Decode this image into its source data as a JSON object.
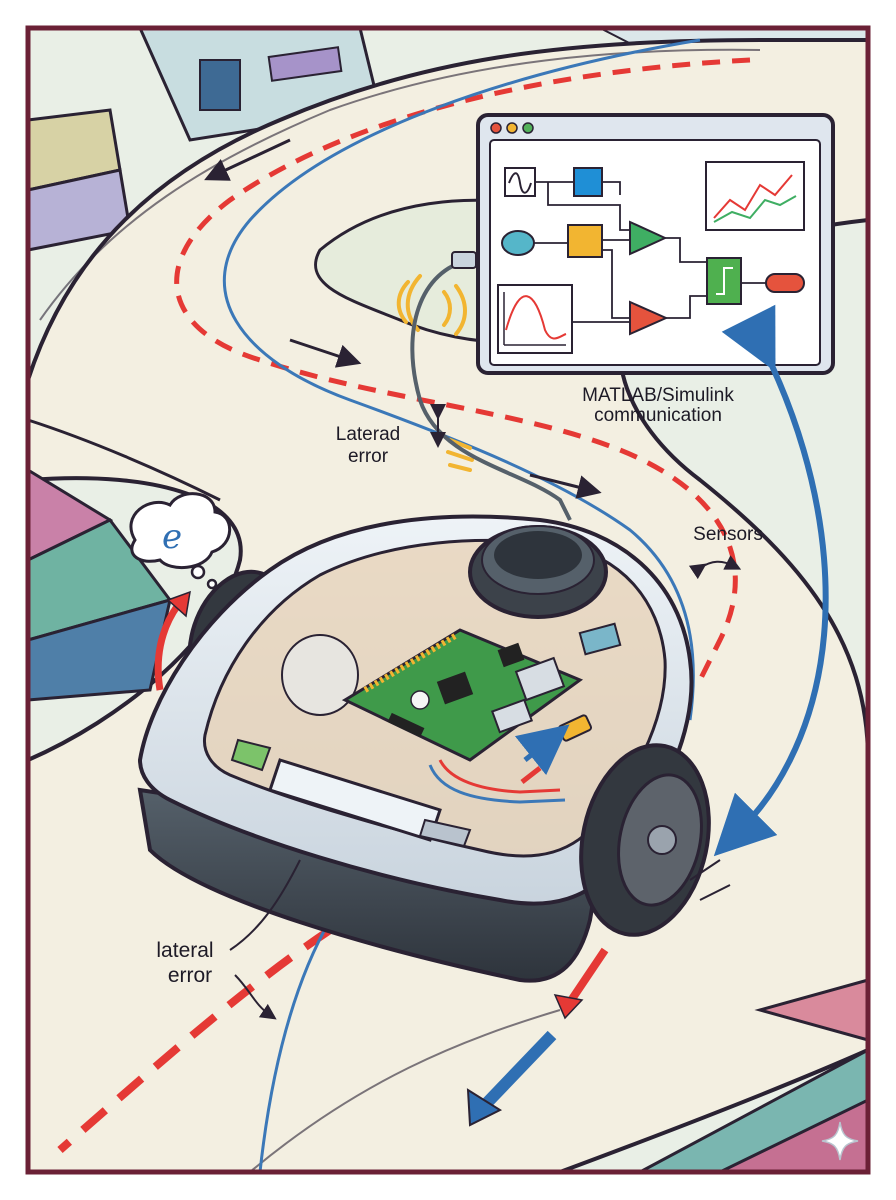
{
  "labels": {
    "matlab_line1": "MATLAB/Simulink",
    "matlab_line2": "communication",
    "laterad_line1": "Laterad",
    "laterad_line2": "error",
    "sensors": "Sensors",
    "lateral_line1": "lateral",
    "lateral_line2": "error",
    "thought_symbol": "e"
  },
  "colors": {
    "frame": "#6b2136",
    "outline": "#2a2233",
    "road": "#f3efe1",
    "dashed_path": "#e53935",
    "line_path": "#3b78b8",
    "board": "#3f9a4a",
    "chassis": "#dfe7ee",
    "arrow_blue": "#2f6fb3",
    "arrow_red": "#e53935"
  },
  "icons": [
    "window-dots-icon",
    "sine-source-icon",
    "gain-triangle-icon",
    "scope-plot-icon",
    "switch-block-icon",
    "wifi-signal-icon",
    "thought-bubble-icon",
    "wheel-icon",
    "usb-cable-icon"
  ]
}
